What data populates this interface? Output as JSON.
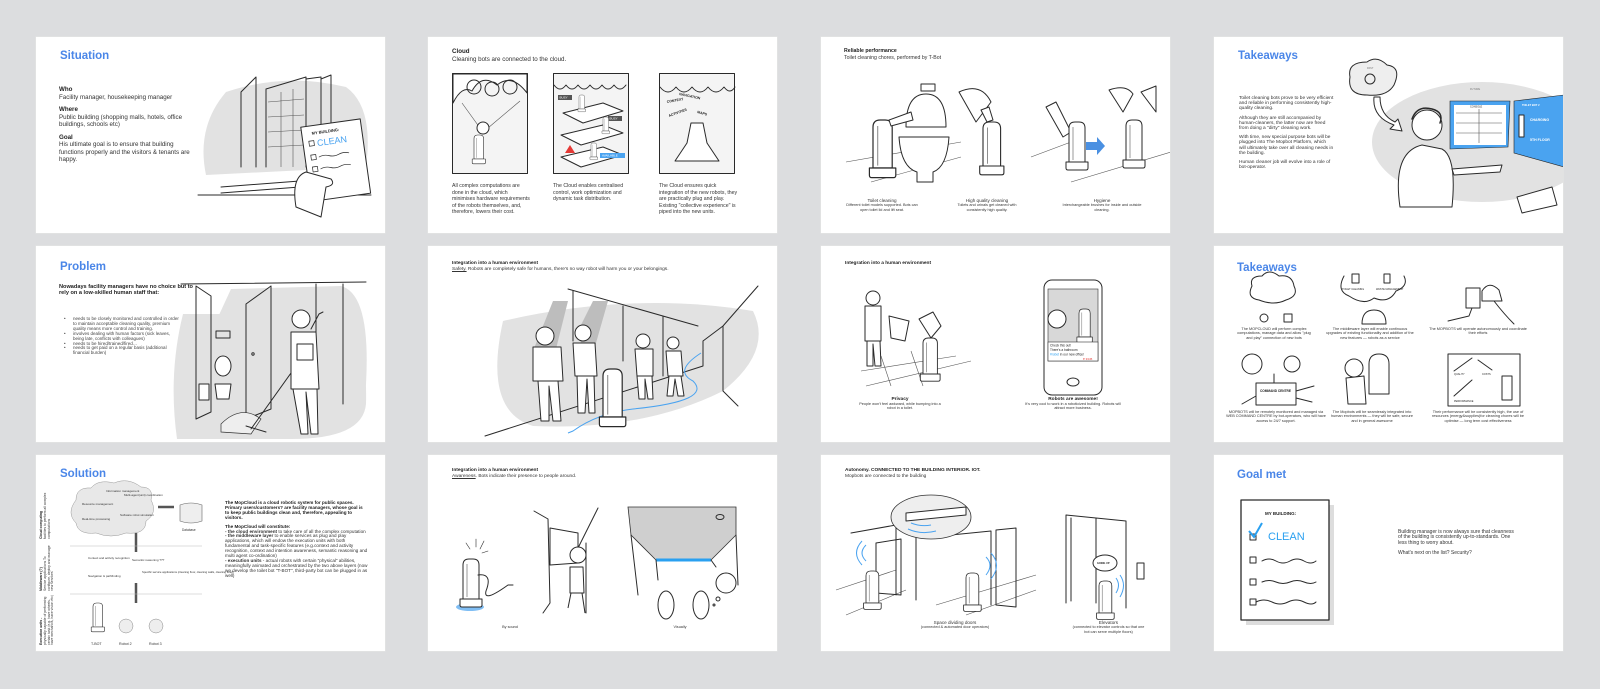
{
  "page": {
    "background": "#dcdddf",
    "accent": "#4a86e8"
  },
  "situation": {
    "title": "Situation",
    "who_label": "Who",
    "who": "Facility manager, housekeeping manager",
    "where_label": "Where",
    "where": "Public building (shopping malls, hotels, office buildings, schools etc)",
    "goal_label": "Goal",
    "goal": "His ultimate goal is to ensure that building functions properly and the visitors & tenants are happy.",
    "sign_heading": "MY BUILDING:",
    "sign_item": "CLEAN"
  },
  "cloud": {
    "title": "Cloud",
    "subtitle": "Cleaning bots are connected to the cloud.",
    "captions": [
      "All complex computations are done in the cloud, which minimises hardware requirements of the robots themselves, and, therefore, lowers their cost.",
      "The Cloud enables centralised control, work optimization and dynamic task distribution.",
      "The Cloud ensures quick integration of the new robots, they are practically plug and play. Existing \"collective experience\" is piped into the new units."
    ],
    "labels": {
      "busy": "BUSY",
      "available": "AVAILABLE",
      "navigation": "NAVIGATION",
      "context": "CONTEXT",
      "activities": "ACTIVITIES",
      "maps": "MAPS"
    }
  },
  "reliable": {
    "title": "Reliable performance",
    "subtitle": "Toilet cleaning chores, performed by T-Bot",
    "items": [
      {
        "title": "Toilet cleaning",
        "text": "Different toilet models supported. Bots can open toilet lid and lift seat."
      },
      {
        "title": "High quality cleaning",
        "text": "Toilets and urinals get cleaned with consistently high quality."
      },
      {
        "title": "Hygiene",
        "text": "Interchangeable brushes for inside and outside cleaning."
      }
    ]
  },
  "takeaways1": {
    "title": "Takeaways",
    "paragraphs": [
      "Toilet cleaning bots prove to be very efficient and reliable in performing consistently high-quality cleaning.",
      "Although they are still accompanied by human-cleaners, the latter now are freed from doing a \"dirty\" cleaning work.",
      "With time, new special purpose bots will be plugged into The Mopbot Platform, which will ultimately take over all cleaning needs in the building.",
      "Human cleaner job will evolve into a role of bot-operator."
    ],
    "labels": {
      "past": "PAST",
      "future": "FUTURE",
      "console": "CONSOLE",
      "bot": "TOILET BOT 2",
      "status": "CHARGING",
      "location": "5TH FLOOR"
    }
  },
  "problem": {
    "title": "Problem",
    "intro": "Nowadays facility managers have no choice but to rely on a low-skilled human staff that:",
    "bullets": [
      "needs to be closely monitored and controlled in order to maintain acceptable cleaning quality, premium quality means more control and training.",
      "involves dealing with human factors (sick leaves, being late, conflicts with colleagues)",
      "needs to be hired/trained/fired…",
      "needs to get paid on a regular basis (additional financial burden)"
    ]
  },
  "safety": {
    "title": "Integration into a human environment",
    "keyword": "Safety.",
    "text": " Robots are completely safe for humans, there's no way robot will harm you or your belongings."
  },
  "privacy": {
    "title": "Integration into a human environment",
    "items": [
      {
        "title": "Privacy",
        "text": "People won't feel awkward, while bumping into a robot in a toilet."
      },
      {
        "title": "Robots are awesome!",
        "text": "It's very cool to work in a roboticized building. Robots will attract more business."
      }
    ],
    "post_lines": [
      "Check this out!",
      "There's a bathroom",
      "#robot",
      " in our new office!"
    ],
    "likes": "♥ 3345"
  },
  "takeaways2": {
    "title": "Takeaways",
    "captions": [
      "The MOPCLOUD will perform complex computations, manage data and allow \"plug and play\" connection of new bots",
      "The middleware layer will enable continuous upgrades of existing functionality and addition of the new features — robots as a service",
      "The MOPBOTS will operate autonomously and coordinate their efforts",
      "MOPBOTS will be remotely monitored and managed via WEB COMMAND CENTRE by bot-operators, who will have access to 24/7 support.",
      "The Mopbots will be seamlessly integrated into human environments — they will be safe, secure and in general awesome",
      "Their performance will be consistently high, the use of resources (energy&supplies)for cleaning chores will be optimise — long term cost effectiveness"
    ],
    "labels": {
      "toilet": "TOILET CLEANING",
      "waste": "WASTE MANAGEMENT",
      "command": "COMMAND CENTRE",
      "quality": "QUALITY",
      "costs": "COSTS",
      "performance": "PERFORMANCE"
    }
  },
  "solution": {
    "title": "Solution",
    "layers": [
      {
        "name": "Cloud computing",
        "text": "facilities to perform all complex computations"
      },
      {
        "name": "Middleware (?)",
        "text": "Service applications To configure, deploy and manage new services"
      },
      {
        "name": "Execution units -",
        "text": "physically capable of performing certain task (e.g. have wheels, have mechanics, have vision etc)"
      }
    ],
    "diagram": {
      "info": "Information management",
      "multi": "Multi-agent(unit) coordination",
      "resource": "Resource management",
      "realtime": "Real-time processing",
      "sim": "Software robot simulation",
      "db": "Database",
      "context": "Context and activity recognition",
      "semantic": "Semantic reasoning ???",
      "nav": "Navigation & pathfinding",
      "specific": "Specific service applications (cleaning floor, cleaning walls, cleaning toilet)",
      "robots": [
        "T-BOT",
        "Robot 2",
        "Robot 3"
      ]
    },
    "intro": "The MopCloud is a cloud robotic system for public spaces. Primary users/customers? are facility managers, whose goal is to keep public buildings clean and, therefore, appealing to visitors.",
    "constitute": "The MopCloud will constitute:",
    "parts": [
      {
        "name": "- the cloud environment",
        "text": " to take care of all the complex computation"
      },
      {
        "name": "- the middleware layer",
        "text": " to enable services as plug and play applications, which will endow the execution units with both fundamental and task-specific features (e.g.context and activity recognition, context and intention awareness, semantic reasoning and multi agent co-ordination)"
      },
      {
        "name": "- execution units",
        "text": " - actual robots with certain \"physical\" abilities, meaningfully animated and orchestrated by the two above layers (now we develop the toilet bot \"T-BOT\", third-party bot can be plugged in as well)"
      }
    ]
  },
  "awareness": {
    "title": "Integration into a human environment",
    "keyword": "Awareness",
    "text": ". Bots indicate their presence to people around.",
    "captions": [
      "By sound",
      "Visually"
    ]
  },
  "autonomy": {
    "title": "Autonomy. CONNECTED TO THE BUILDING INTERIOR. IOT.",
    "subtitle": "Mopbots are connected to the building",
    "items": [
      {
        "title": "Space dividing doors",
        "text": "(connected & automated door operators)"
      },
      {
        "title": "Elevators",
        "text": "(connected to elevator controls so that one bot can serve multiple floors)"
      }
    ],
    "bubble": "GOING UP"
  },
  "goal": {
    "title": "Goal met",
    "sign_heading": "MY BUILDING:",
    "sign_item": "CLEAN",
    "paragraphs": [
      "Building manager is now always sure that cleanness of the building is consistently up-to-standards. One less thing to worry about.",
      "What's next on the list? Security?"
    ]
  }
}
